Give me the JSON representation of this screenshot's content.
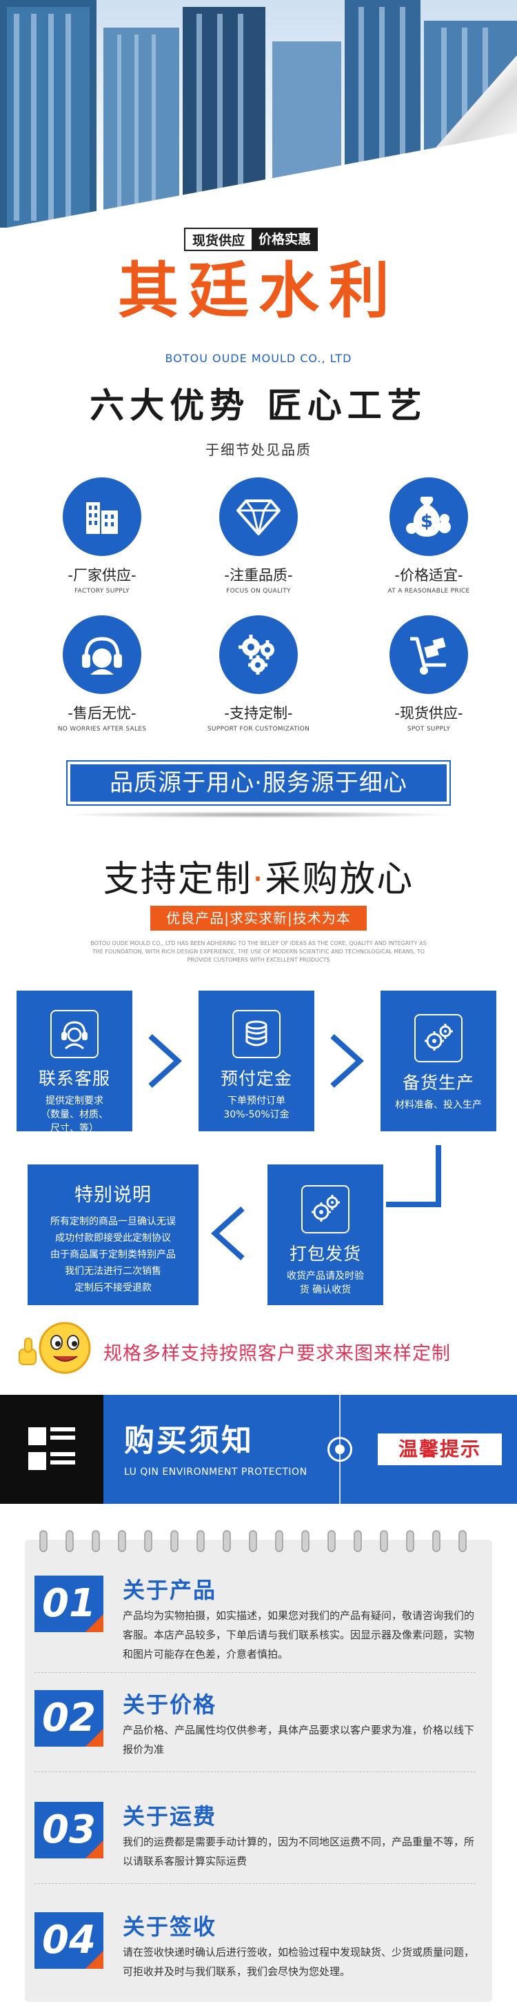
{
  "hero": {
    "tag_left": "现货供应",
    "tag_right": "价格实惠",
    "brand": "其廷水利",
    "brand_en": "BOTOU OUDE MOULD CO., LTD",
    "advantages_title": "六大优势  匠心工艺",
    "advantages_sub": "于细节处见品质"
  },
  "features": [
    {
      "cn": "-厂家供应-",
      "en": "FACTORY SUPPLY",
      "icon": "building-icon"
    },
    {
      "cn": "-注重品质-",
      "en": "FOCUS ON QUALITY",
      "icon": "diamond-icon"
    },
    {
      "cn": "-价格适宜-",
      "en": "AT A REASONABLE PRICE",
      "icon": "money-bag-icon"
    },
    {
      "cn": "-售后无忧-",
      "en": "NO WORRIES AFTER SALES",
      "icon": "headset-icon"
    },
    {
      "cn": "-支持定制-",
      "en": "SUPPORT FOR CUSTOMIZATION",
      "icon": "gears-icon"
    },
    {
      "cn": "-现货供应-",
      "en": "SPOT SUPPLY",
      "icon": "hand-truck-icon"
    }
  ],
  "banner": "品质源于用心·服务源于细心",
  "custom": {
    "title_left": "支持定制",
    "title_dot": "·",
    "title_right": "采购放心",
    "pill": "优良产品|求实求新|技术为本",
    "desc_en": "BOTOU OUDE MOULD CO., LTD HAS BEEN ADHERING TO THE BELIEF OF IDEAS AS THE CORE, QUALITY AND INTEGRITY AS THE FOUNDATION, WITH RICH DESIGN EXPERIENCE, THE USE OF MODERN SCIENTIFIC AND TECHNOLOGICAL MEANS, TO PROVIDE CUSTOMERS WITH EXCELLENT PRODUCTS"
  },
  "process": [
    {
      "title": "联系客服",
      "desc": "提供定制要求\n（数量、材质、\n尺寸、等）",
      "icon": "customer-service-icon"
    },
    {
      "title": "预付定金",
      "desc": "下单预付订单\n30%-50%订金",
      "icon": "coins-icon"
    },
    {
      "title": "备货生产",
      "desc": "材料准备、投入生产",
      "icon": "gears-icon"
    },
    {
      "title": "打包发货",
      "desc": "收货产品请及时验\n货  确认收货",
      "icon": "gears-icon"
    }
  ],
  "special": {
    "title": "特别说明",
    "lines": [
      "所有定制的商品一旦确认无误",
      "成功付款即接受此定制协议",
      "由于商品属于定制类特别产品",
      "我们无法进行二次销售",
      "定制后不接受退款"
    ]
  },
  "smile_text": "规格多样支持按照客户要求来图来样定制",
  "notice": {
    "title": "购买须知",
    "sub": "LU QIN ENVIRONMENT PROTECTION",
    "tip": "温馨提示"
  },
  "items": [
    {
      "num": "01",
      "title": "关于产品",
      "text": "产品均为实物拍摄，如实描述，如果您对我们的产品有疑问，敬请咨询我们的客服。本店产品较多，下单后请与我们联系核实。因显示器及像素问题，实物和图片可能存在色差，介意者慎拍。"
    },
    {
      "num": "02",
      "title": "关于价格",
      "text": "产品价格、产品属性均仅供参考，具体产品要求以客户要求为准，价格以线下报价为准"
    },
    {
      "num": "03",
      "title": "关于运费",
      "text": "我们的运费都是需要手动计算的，因为不同地区运费不同，产品重量不等，所以请联系客服计算实际运费"
    },
    {
      "num": "04",
      "title": "关于签收",
      "text": "请在签收快递时确认后进行签收，如检验过程中发现缺货、少货或质量问题，可拒收并及时与我们联系，我们会尽快为您处理。"
    }
  ]
}
